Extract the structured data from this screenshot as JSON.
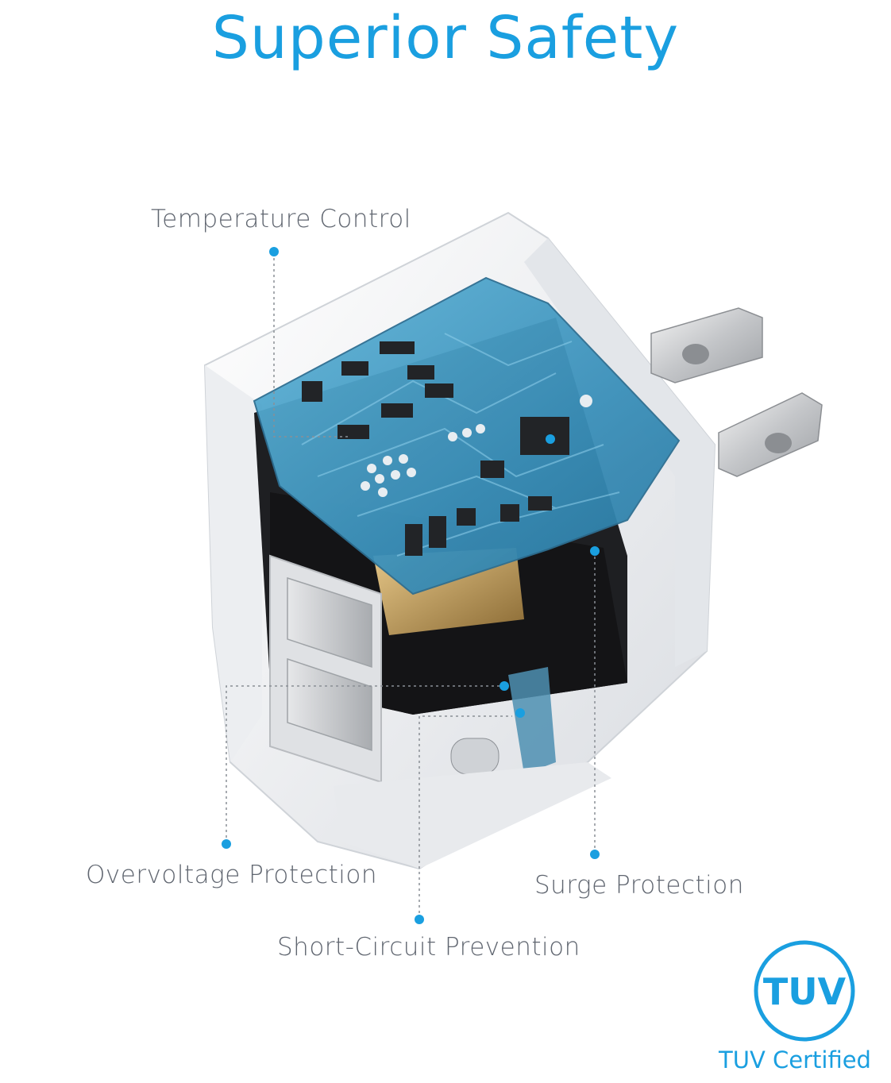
{
  "title": "Superior Safety",
  "callouts": {
    "temperature": "Temperature Control",
    "overvoltage": "Overvoltage Protection",
    "surge": "Surge Protection",
    "short_circuit": "Short-Circuit Prevention"
  },
  "badge": {
    "mark": "TUV",
    "caption": "TUV Certified"
  },
  "colors": {
    "accent": "#1a9fe0",
    "text": "#606670",
    "pcb": "#3f9bc4",
    "transformer": "#1c1c1e",
    "housing": "#f2f3f5"
  },
  "icons": [
    "product-illustration",
    "tuv-badge-icon"
  ]
}
